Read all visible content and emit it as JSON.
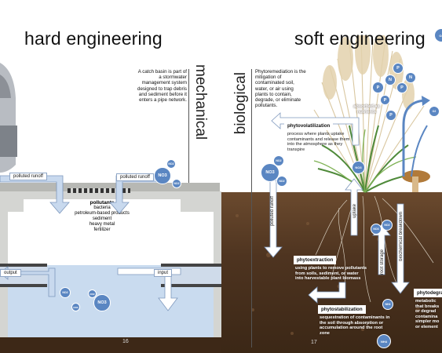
{
  "titles": {
    "left": "hard engineering",
    "right": "soft engineering"
  },
  "side_labels": {
    "mechanical": "mechanical",
    "biological": "biological"
  },
  "catch_basin_text": "A catch basin is part of a stormwater management system designed to trap debris and sediment before it enters a pipe network.",
  "phytoremediation_text": "Phytoremediation is the mitigation of contaminated soil, water, or air using plants to contain, degrade, or eliminate pollutants.",
  "labels": {
    "polluted_runoff_1": "polluted runoff",
    "polluted_runoff_2": "polluted runoff",
    "polluted_runoff_vertical": "polluted runoff",
    "output": "output",
    "input": "input",
    "absorbed": "absorbed as nutrients",
    "uptake": "uptake",
    "root_storage": "root storage",
    "biochemical": "biochemical breakdown"
  },
  "pollutants": {
    "title": "pollutants",
    "items": [
      "bacteria",
      "petroleum-based products",
      "sediment",
      "heavy metal",
      "fertilizer"
    ]
  },
  "processes": {
    "phytovolatilization": {
      "title": "phytovolatilization",
      "text": "process where plants uptake contaminants and release them into the atmosphere as they transpire"
    },
    "phytoextraction": {
      "title": "phytoextraction",
      "text": "using plants to remove pollutants from soils, sediment, or water into harvestable plant biomass"
    },
    "phytostabilization": {
      "title": "phytostabilization",
      "text": "sequestration of contaminants in the soil through absorption or accumulation around the root zone"
    },
    "phytodegradation": {
      "title": "phytodegra",
      "text": "metabolic that breaks or degrad contamina simpler mo or element"
    }
  },
  "chem": {
    "no3": "NO3",
    "no2": "NO2",
    "n": "N",
    "p": "P",
    "nh4": "NH4",
    "o2": "O2"
  },
  "page_numbers": {
    "left": "16",
    "right": "17"
  },
  "colors": {
    "water": "#c9dbef",
    "concrete": "#d9d9d6",
    "soil": "#5a3a22",
    "arrow": "#c8d9ee",
    "bubble": "#5a86c2"
  }
}
